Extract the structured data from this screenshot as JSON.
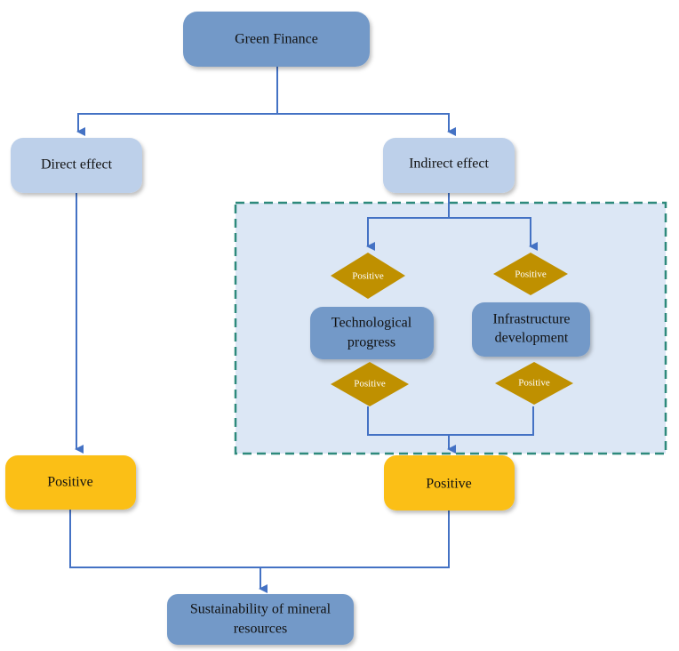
{
  "colors": {
    "dark_blue": "#7399c8",
    "light_blue": "#bdd0ea",
    "yellow": "#fbbf16",
    "gold": "#bf9000",
    "panel_fill": "#dce7f5",
    "panel_border": "#2e8a7c",
    "connector": "#4472c4"
  },
  "nodes": {
    "green_finance": "Green Finance",
    "direct_effect": "Direct effect",
    "indirect_effect": "Indirect effect",
    "tech_progress": [
      "Technological",
      "progress"
    ],
    "infrastructure": [
      "Infrastructure",
      "development"
    ],
    "positive_left": "Positive",
    "positive_right": "Positive",
    "sustainability": [
      "Sustainability of mineral",
      "resources"
    ]
  },
  "diamonds": {
    "tech_top": "Positive",
    "tech_bottom": "Positive",
    "infra_top": "Positive",
    "infra_bottom": "Positive"
  }
}
